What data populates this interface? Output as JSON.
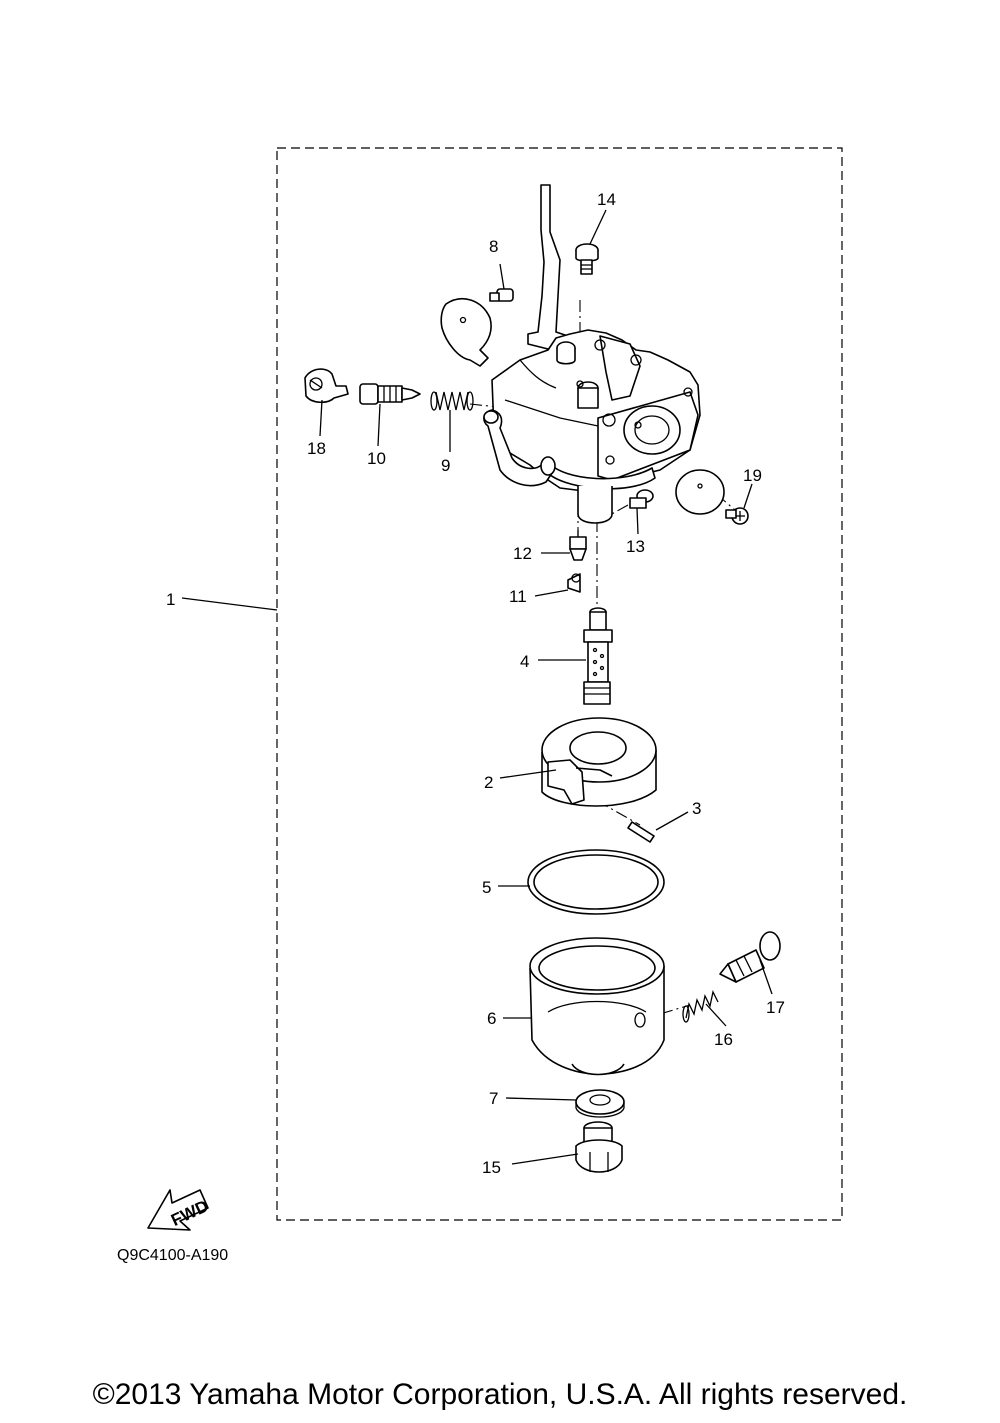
{
  "diagram": {
    "drawing_code": "Q9C4100-A190",
    "fwd_label": "FWD",
    "callouts": [
      "1",
      "2",
      "3",
      "4",
      "5",
      "6",
      "7",
      "8",
      "9",
      "10",
      "11",
      "12",
      "13",
      "14",
      "15",
      "16",
      "17",
      "18",
      "19"
    ]
  },
  "footer": {
    "copyright": "©2013 Yamaha Motor Corporation, U.S.A. All rights reserved."
  }
}
